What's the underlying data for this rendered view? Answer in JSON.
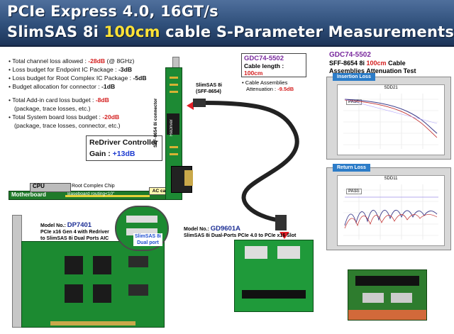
{
  "title": {
    "line1": "PCIe Express 4.0, 16GT/s",
    "line2_pre": "SlimSAS 8i ",
    "line2_highlight": "100cm",
    "line2_post": " cable S-Parameter Measurements"
  },
  "specs": {
    "channel_pre": "• Total channel loss allowed : ",
    "channel_val": "-28dB",
    "channel_post": " (@ 8GHz)",
    "endpoint_pre": "• Loss budget for Endpoint IC Package : ",
    "endpoint_val": "-3dB",
    "rootc_pre": "• Loss budget for Root Complex IC Package : ",
    "rootc_val": "-5dB",
    "conn_pre": "• Budget allocation for connector : ",
    "conn_val": "-1dB",
    "addin_pre": "• Total Add-in card loss budget : ",
    "addin_val": "-8dB",
    "addin_note": "(package, trace losses, etc.)",
    "sysboard_pre": "• Total System board loss budget : ",
    "sysboard_val": "-20dB",
    "sysboard_note": "(package, trace losses, connector, etc.)"
  },
  "redriver": {
    "title": "ReDriver Controller",
    "gain_label": "Gain : ",
    "gain_value": "+13dB"
  },
  "diagram": {
    "motherboard": "Motherboard",
    "cpu": "CPU",
    "root_complex": "Root Complex Chip",
    "baseboard_routing": "Baseboard routing<10\"",
    "ac_cap": "AC cap",
    "redriver_chip": "ReDriver",
    "connector_label": "SFF-8654 8i connector",
    "slimsas_label_l1": "SlimSAS 8i",
    "slimsas_label_l2": "(SFF-8654)"
  },
  "cable": {
    "model": "GDC74-5502",
    "length_label": "Cable length : ",
    "length_value": "100cm",
    "att_label": "• Cable Assemblies",
    "att_pre": "Attenuation : ",
    "att_value": "-9.5dB"
  },
  "test": {
    "model": "GDC74-5502",
    "line2_pre": "SFF-8654 8i ",
    "line2_red": "100cm",
    "line2_post": " Cable",
    "line3": "Assemblies Attenuation Test",
    "insertion_tab": "Insertion Loss",
    "insertion_plot_title": "SDD21",
    "return_tab": "Return Loss",
    "return_plot_title": "SDD11",
    "pass": "PASS"
  },
  "products": {
    "p1_prefix": "Model No.: ",
    "p1_model": "DP7401",
    "p1_desc_l1": "PCIe x16 Gen 4 with Redriver",
    "p1_desc_l2": "to SlimSAS 8i Dual Ports AIC",
    "p1_inset_l1": "SlimSAS 8i",
    "p1_inset_l2": "Dual port",
    "p2_prefix": "Model No.: ",
    "p2_model": "GD9601A",
    "p2_desc": "SlimSAS 8i Dual-Ports PCIe 4.0 to PCIe x16 Slot"
  },
  "colors": {
    "accent_red": "#d41f1f",
    "highlight_yellow": "#ffe236",
    "gain_blue": "#1d3bd0",
    "model_purple": "#7a2a9e",
    "pcb_green": "#1c8a31",
    "banner_blue": "#2f4f7a"
  }
}
